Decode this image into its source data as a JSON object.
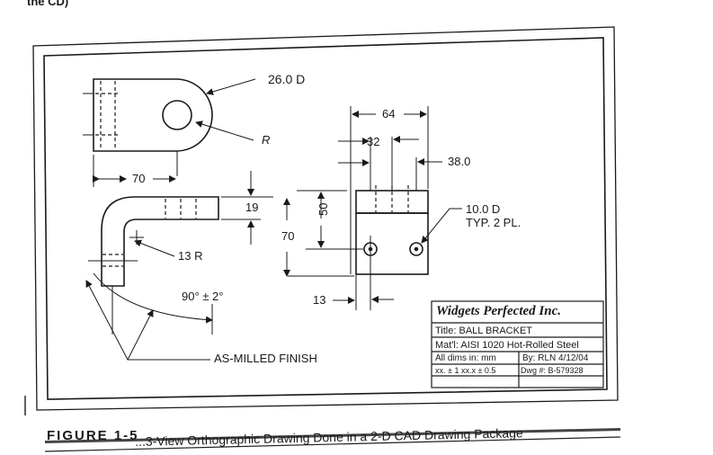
{
  "page": {
    "top_fragment": "the CD)",
    "figure_label": "FIGURE 1-5",
    "caption": "...3-View Orthographic Drawing Done in a 2-D CAD Drawing Package"
  },
  "dimensions": {
    "top_hole_dia": "26.0 D",
    "top_radius": "R",
    "top_left_width": "70",
    "bend_radius": "13 R",
    "angle": "90° ± 2°",
    "finish_note": "AS-MILLED FINISH",
    "thickness_19": "19",
    "height_70": "70",
    "height_50": "50",
    "thickness_13": "13",
    "width_64": "64",
    "width_32": "32",
    "width_38": "38.0",
    "hole_dia": "10.0 D",
    "hole_note": "TYP. 2 PL."
  },
  "title_block": {
    "company": "Widgets Perfected Inc.",
    "title": "Title:  BALL BRACKET",
    "material": "Mat'l: AISI 1020 Hot-Rolled Steel",
    "units": "All dims in:   mm",
    "by": "By: RLN  4/12/04",
    "tolerance": "xx. ± 1  xx.x  ± 0.5",
    "dwg": "Dwg #: B-579328"
  },
  "colors": {
    "ink": "#1a1a1a",
    "paper": "#ffffff",
    "rule": "#333333"
  }
}
